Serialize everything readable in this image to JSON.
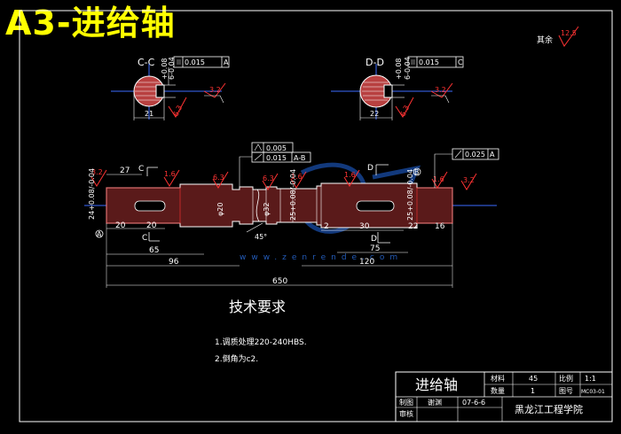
{
  "title": "A3-进给轴",
  "general_roughness": {
    "label": "其余",
    "value": "12.5"
  },
  "section_cc": {
    "label": "C-C",
    "tol_top": "+0.08",
    "dims": "6-0.04",
    "tolerance": "0.015",
    "datum": "A",
    "width": "21",
    "rough1": "3.2",
    "rough2": "6.3"
  },
  "section_dd": {
    "label": "D-D",
    "tol_top": "+0.08",
    "dims": "6-0.04",
    "tolerance": "0.015",
    "datum": "C",
    "width": "22",
    "rough1": "3.2",
    "rough2": "6.3"
  },
  "gdt": {
    "sym1": "0.005",
    "sym2": "0.015",
    "sym2_datum": "A-B",
    "runout_right": "0.025",
    "runout_right_datum": "A"
  },
  "roughness_marks": [
    "3.2",
    "1.6",
    "6.3",
    "6.3",
    "1.6",
    "1.6",
    "1.6",
    "3.2"
  ],
  "dims": {
    "d27": "27",
    "d20a": "20",
    "d20b": "20",
    "d65": "65",
    "d96": "96",
    "d650": "650",
    "d30": "30",
    "d22": "22",
    "d16": "16",
    "d75": "75",
    "d120": "120",
    "d2": "2",
    "phi20": "φ20",
    "phi_mid": "φ32",
    "angle": "45°",
    "left_dia": "24+0.08/-0.04",
    "mid_dia": "25+0.08/-0.04",
    "right_dia": "25+0.08/-0.04"
  },
  "section_marks": {
    "c_top": "C",
    "c_bot": "C",
    "d_top": "D",
    "d_bot": "D",
    "datum_a": "A",
    "datum_b": "B"
  },
  "watermark": "www.zenrende.com",
  "tech_req": {
    "heading": "技术要求",
    "items": [
      "1.调质处理220-240HBS.",
      "2.倒角为c2."
    ]
  },
  "title_block": {
    "part_name": "进给轴",
    "material_label": "材料",
    "material": "45",
    "scale_label": "比例",
    "scale": "1:1",
    "qty_label": "数量",
    "qty": "1",
    "drawing_no_label": "图号",
    "drawing_no": "MC03-01",
    "drawn_label": "制图",
    "checked_label": "审核",
    "drawn_name": "谢渊",
    "date": "07-6-6",
    "school": "黑龙江工程学院"
  }
}
